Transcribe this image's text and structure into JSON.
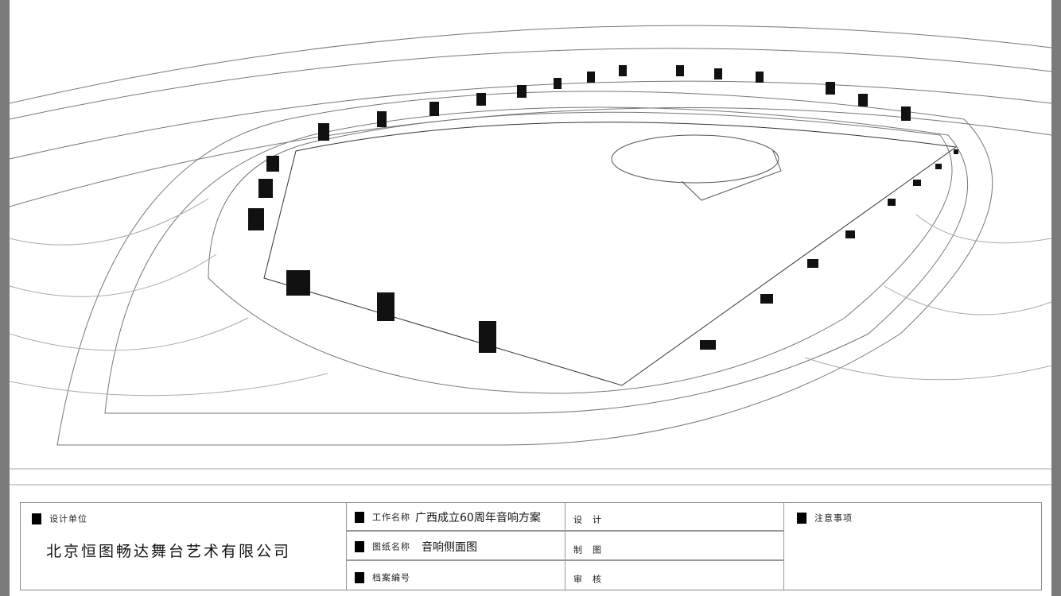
{
  "title_block": {
    "design_unit_label": "设计单位",
    "company": "北京恒图畅达舞台艺术有限公司",
    "project_label": "工作名称",
    "project_value": "广西成立60周年音响方案",
    "drawing_label": "图纸名称",
    "drawing_value": "音响侧面图",
    "archive_label": "档案编号",
    "design_label": "设　计",
    "draft_label": "制　图",
    "review_label": "审　核",
    "notes_label": "注意事项"
  }
}
